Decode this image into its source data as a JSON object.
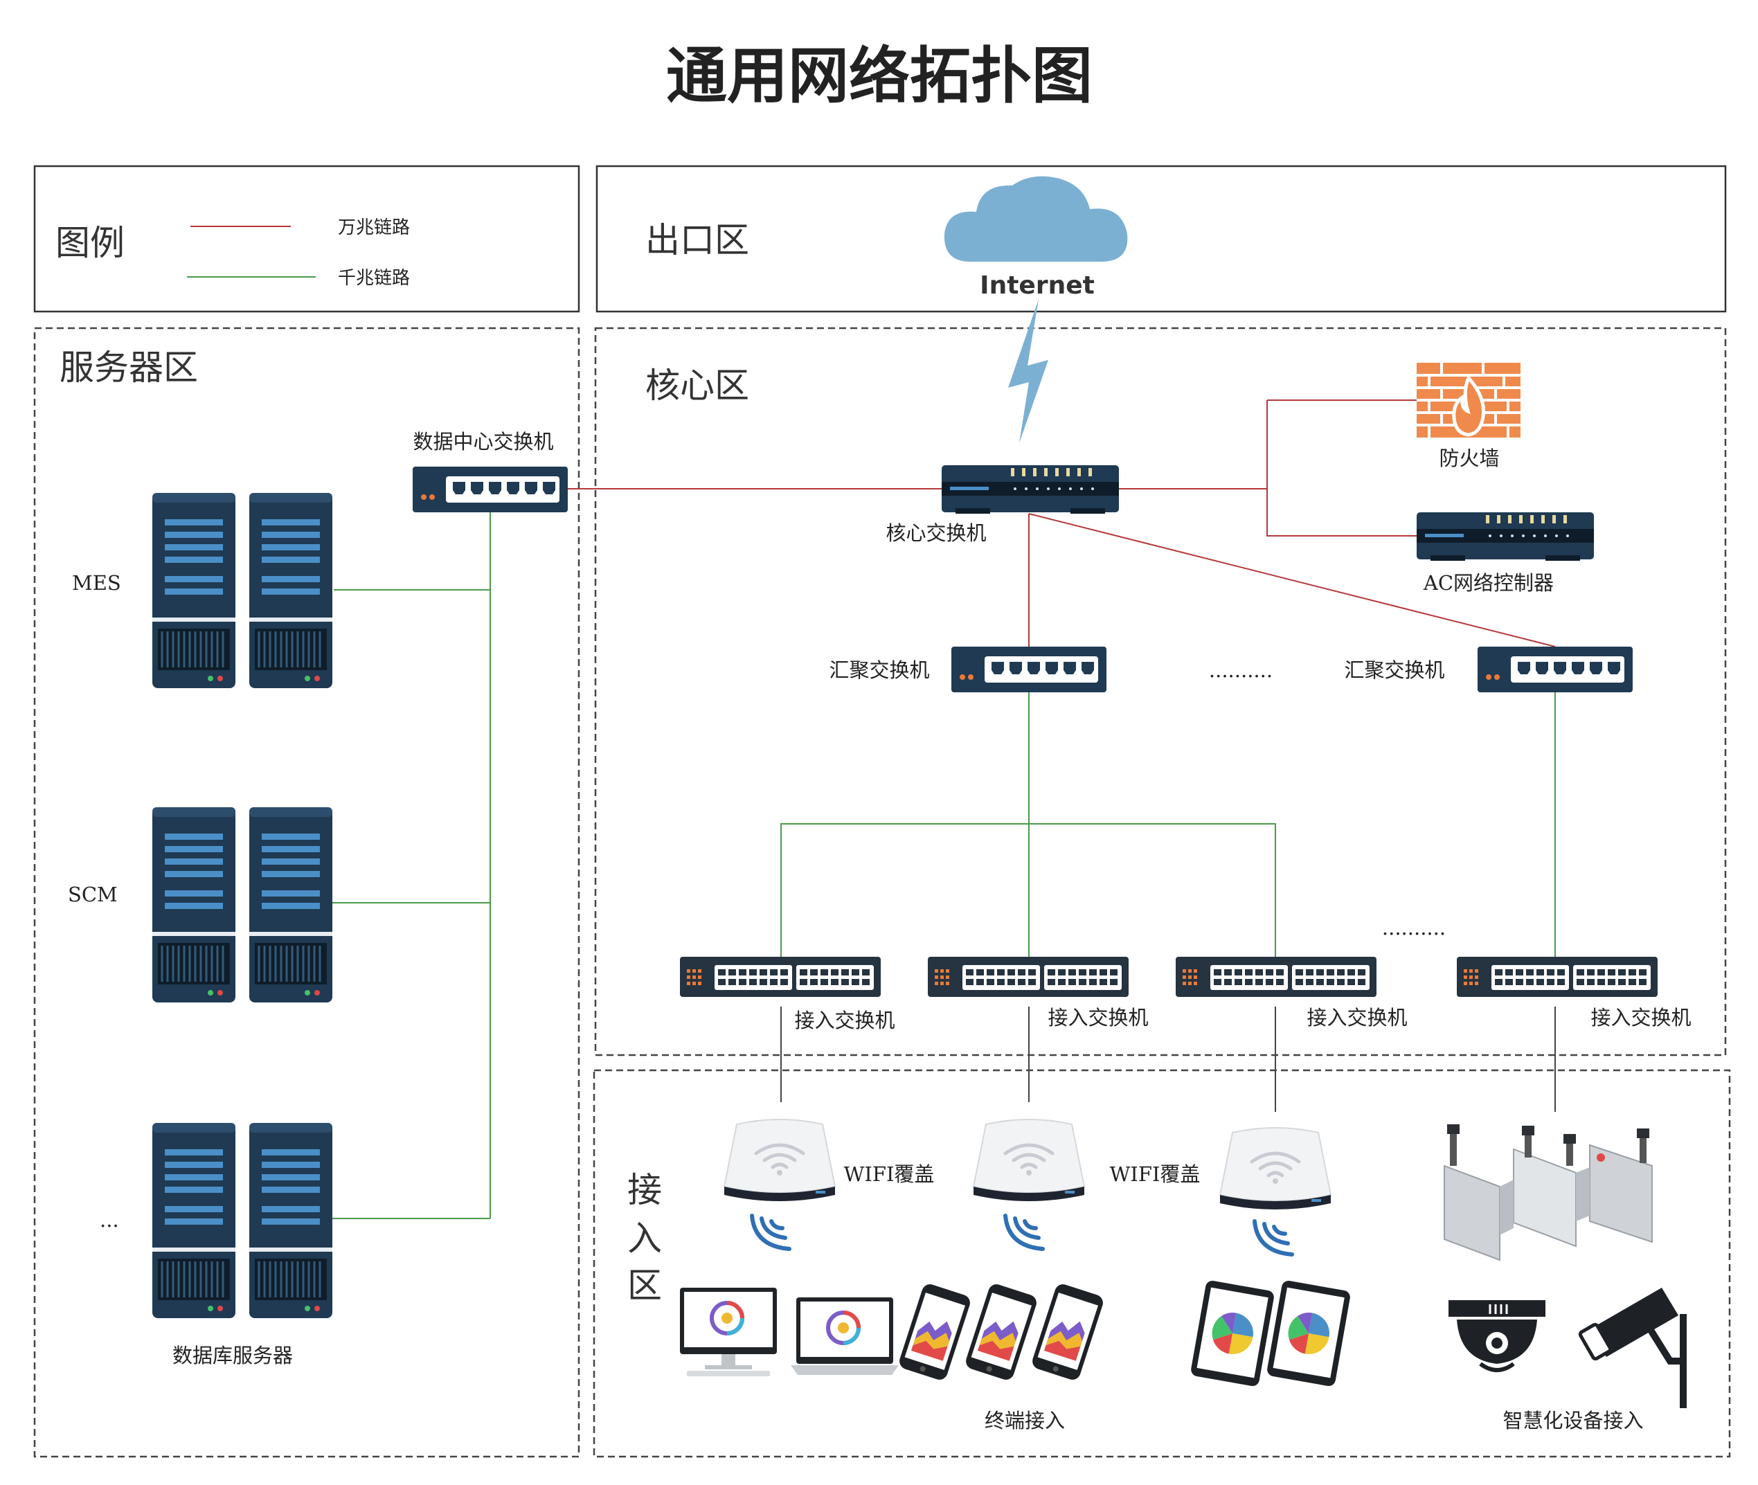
{
  "title": "通用网络拓扑图",
  "legend": {
    "title": "图例",
    "items": [
      {
        "label": "万兆链路",
        "color": "#b5383a"
      },
      {
        "label": "千兆链路",
        "color": "#4a9a4a"
      }
    ]
  },
  "zones": {
    "exit": "出口区",
    "server": "服务器区",
    "core": "核心区",
    "access": [
      "接",
      "入",
      "区"
    ]
  },
  "internet_label": "Internet",
  "labels": {
    "dc_switch": "数据中心交换机",
    "core_switch": "核心交换机",
    "firewall": "防火墙",
    "ac_controller": "AC网络控制器",
    "agg_switch_1": "汇聚交换机",
    "agg_switch_2": "汇聚交换机",
    "agg_dots": "..........",
    "access_dots": "..........",
    "access_switches": [
      "接入交换机",
      "接入交换机",
      "接入交换机",
      "接入交换机"
    ],
    "server_mes": "MES",
    "server_scm": "SCM",
    "server_more": "...",
    "db_server": "数据库服务器",
    "wifi_1": "WIFI覆盖",
    "wifi_2": "WIFI覆盖",
    "terminal": "终端接入",
    "smart": "智慧化设备接入"
  },
  "colors": {
    "red_link": "#b5383a",
    "green_link": "#4a9a4a",
    "device_dark": "#1f3a52",
    "firewall": "#ef8a4c",
    "cloud": "#7bb0d3"
  }
}
